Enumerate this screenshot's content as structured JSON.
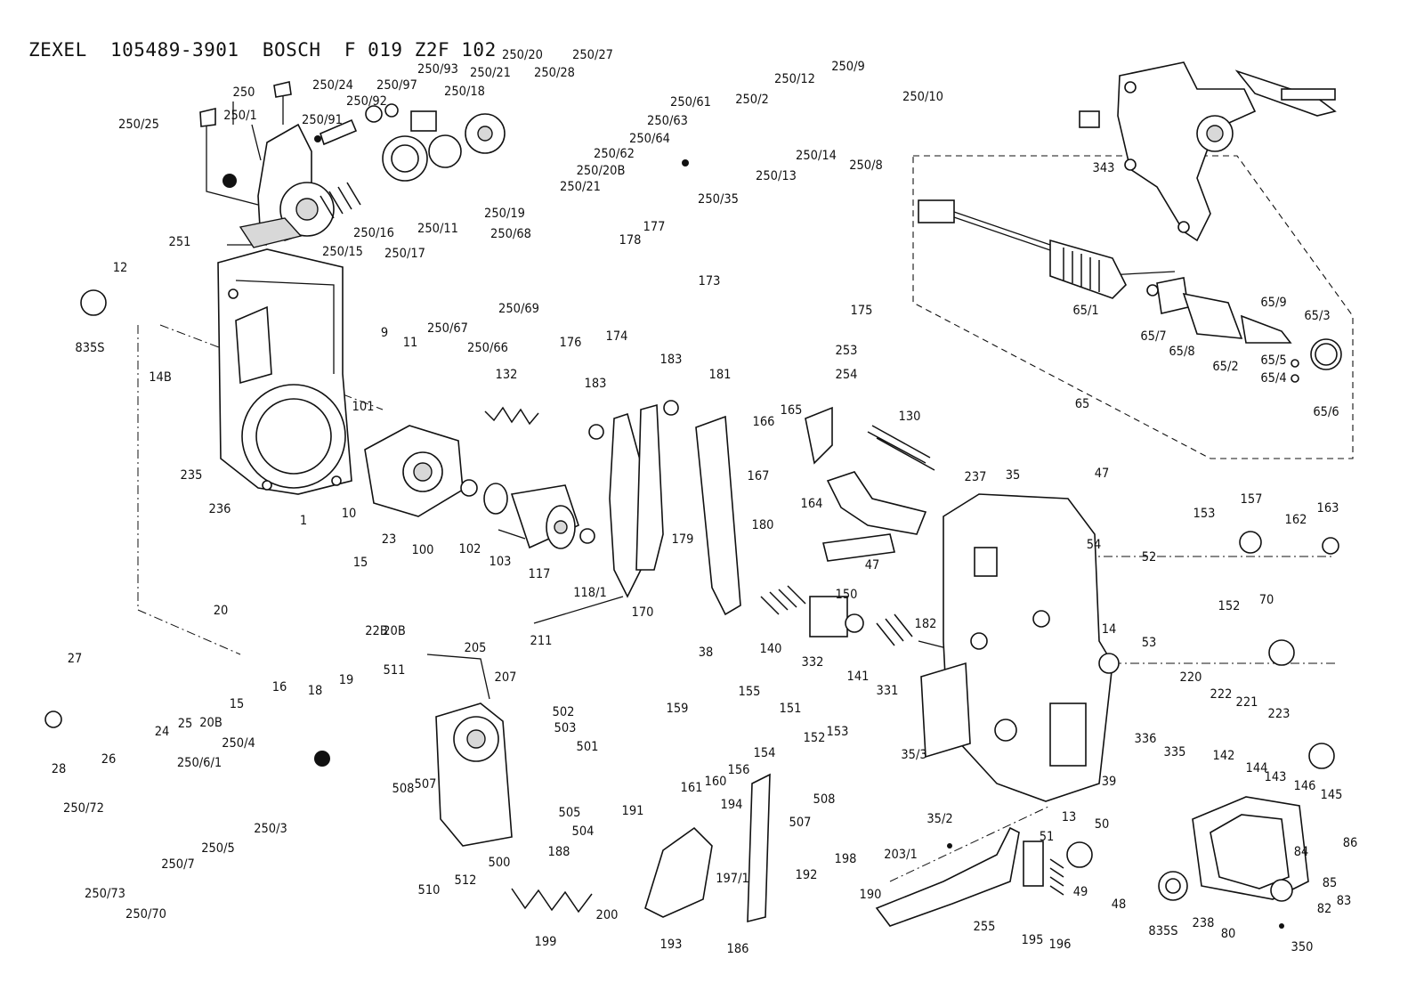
{
  "title": "ZEXEL  105489-3901  BOSCH  F 019 Z2F 102",
  "callouts": [
    "250/25",
    "250",
    "250/1",
    "250/24",
    "250/91",
    "250/92",
    "250/97",
    "250/93",
    "250/21",
    "250/20",
    "250/28",
    "250/27",
    "250/18",
    "250/61",
    "250/63",
    "250/64",
    "250/62",
    "250/20B",
    "250/21",
    "250/19",
    "250/68",
    "250/16",
    "250/11",
    "250/15",
    "250/17",
    "251",
    "250/12",
    "250/9",
    "250/10",
    "250/2",
    "250/14",
    "250/13",
    "250/8",
    "250/35",
    "343",
    "12",
    "835S",
    "14B",
    "9",
    "11",
    "250/67",
    "250/69",
    "250/66",
    "178",
    "177",
    "176",
    "174",
    "173",
    "175",
    "253",
    "254",
    "65/1",
    "65/7",
    "65/8",
    "65/2",
    "65/9",
    "65/3",
    "65/5",
    "65/4",
    "65/6",
    "65",
    "132",
    "183",
    "183",
    "181",
    "166",
    "165",
    "130",
    "101",
    "235",
    "236",
    "1",
    "10",
    "100",
    "102",
    "103",
    "117",
    "118/1",
    "170",
    "179",
    "180",
    "167",
    "164",
    "237",
    "35",
    "47",
    "153",
    "157",
    "162",
    "163",
    "23",
    "15",
    "20",
    "22B",
    "20B",
    "16",
    "18",
    "19",
    "205",
    "211",
    "207",
    "38",
    "140",
    "332",
    "141",
    "331",
    "150",
    "47",
    "182",
    "54",
    "52",
    "152",
    "70",
    "27",
    "28",
    "24",
    "25",
    "20B",
    "15",
    "26",
    "511",
    "502",
    "503",
    "501",
    "159",
    "155",
    "151",
    "152",
    "153",
    "161",
    "160",
    "156",
    "154",
    "14",
    "53",
    "220",
    "222",
    "221",
    "223",
    "250/4",
    "250/6/1",
    "250/72",
    "250/73",
    "250/70",
    "250/7",
    "250/5",
    "250/3",
    "508",
    "507",
    "505",
    "504",
    "500",
    "510",
    "512",
    "191",
    "194",
    "197/1",
    "193",
    "188",
    "199",
    "200",
    "186",
    "192",
    "198",
    "507",
    "508",
    "35/3",
    "35/2",
    "203/1",
    "190",
    "255",
    "195",
    "51",
    "196",
    "13",
    "39",
    "50",
    "49",
    "48",
    "336",
    "335",
    "142",
    "144",
    "143",
    "146",
    "145",
    "84",
    "86",
    "85",
    "83",
    "82",
    "835S",
    "238",
    "80",
    "350"
  ]
}
